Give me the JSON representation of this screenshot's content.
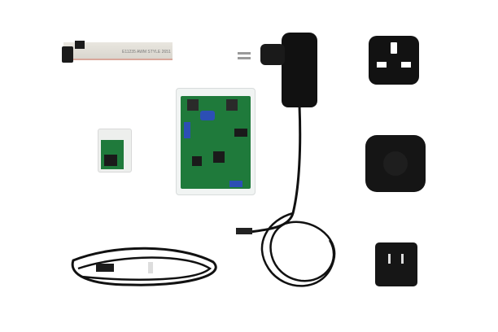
{
  "scene": {
    "description": "Product photo of an electronics kit on white background",
    "background_color": "#ffffff"
  },
  "items": [
    {
      "name": "ribbon-cable",
      "label": "E11235 AWM STYLE 2651",
      "color": "#e3e0d9"
    },
    {
      "name": "main-circuit-board",
      "color": "#1f7a3b"
    },
    {
      "name": "small-circuit-board",
      "color": "#1f7a3b"
    },
    {
      "name": "power-adapter-eu",
      "color": "#111111"
    },
    {
      "name": "uk-plug-adapter",
      "color": "#121212"
    },
    {
      "name": "au-plug-adapter",
      "color": "#151515"
    },
    {
      "name": "us-plug-adapter",
      "color": "#161616"
    },
    {
      "name": "usb-cable",
      "color": "#111111"
    }
  ]
}
